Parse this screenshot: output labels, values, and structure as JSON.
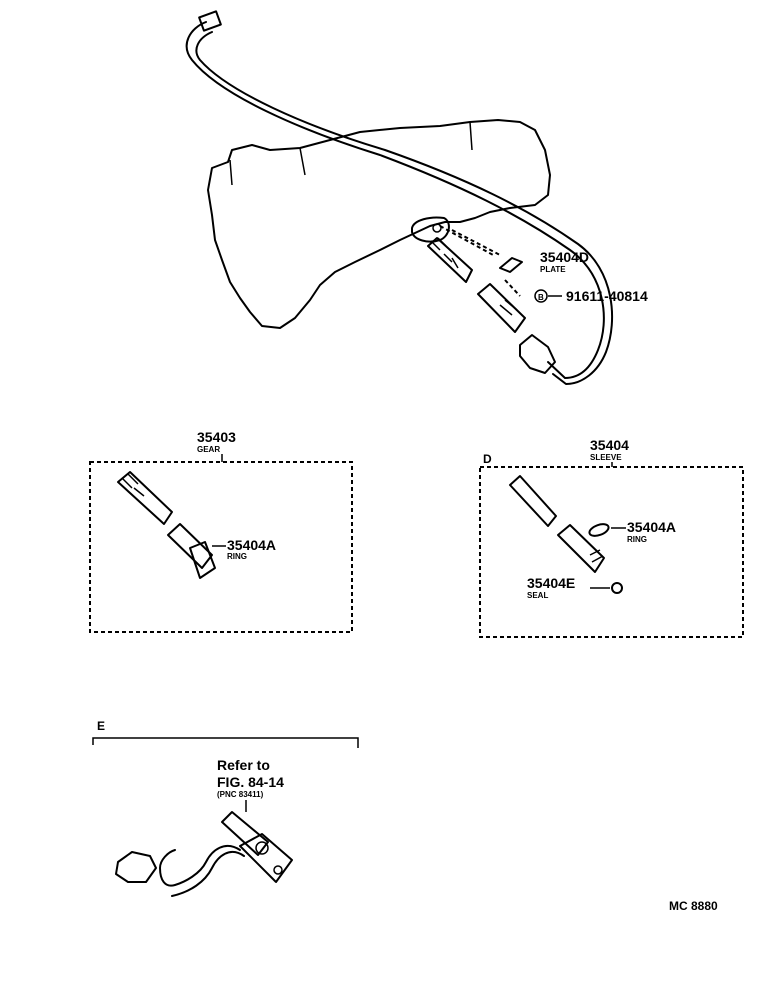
{
  "labels": {
    "main_plate_no": "35404D",
    "main_plate_name": "PLATE",
    "main_bolt_no": "91611-40814",
    "gear_no": "35403",
    "gear_name": "GEAR",
    "gear_ring_no": "35404A",
    "gear_ring_name": "RING",
    "sleeve_no": "35404",
    "sleeve_name": "SLEEVE",
    "sleeve_view_letter": "D",
    "sleeve_ring_no": "35404A",
    "sleeve_ring_name": "RING",
    "seal_no": "35404E",
    "seal_name": "SEAL",
    "e_view_letter": "E",
    "refer_line1": "Refer to",
    "refer_line2": "FIG. 84-14",
    "refer_line3": "(PNC 83411)",
    "drawing_code": "MC 8880"
  }
}
